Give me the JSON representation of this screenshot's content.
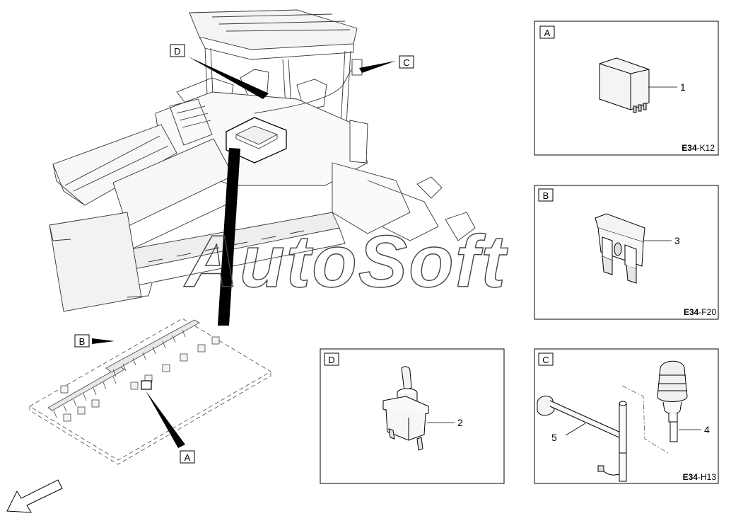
{
  "watermark": "AutoSoft",
  "callouts": {
    "main_D": "D",
    "main_C": "C",
    "board_B": "B",
    "board_A": "A"
  },
  "panels": {
    "A": {
      "letter": "A",
      "part": "1",
      "code_bold": "E34",
      "code_rest": "-K12"
    },
    "B": {
      "letter": "B",
      "part": "3",
      "code_bold": "E34",
      "code_rest": "-F20"
    },
    "D": {
      "letter": "D",
      "part": "2"
    },
    "C": {
      "letter": "C",
      "part_a": "4",
      "part_b": "5",
      "code_bold": "E34",
      "code_rest": "-H13"
    }
  }
}
